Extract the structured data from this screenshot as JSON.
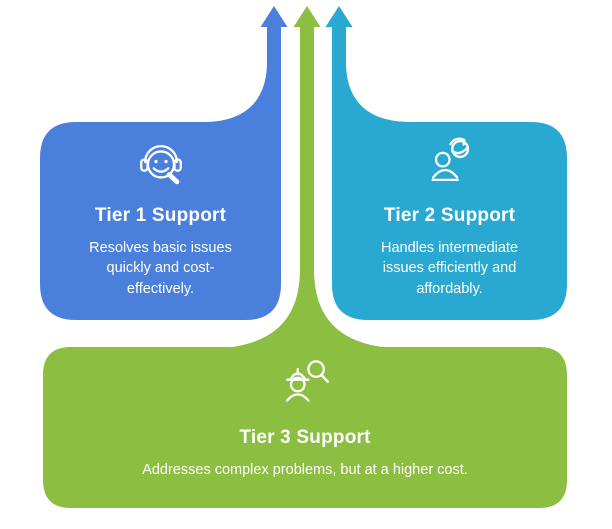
{
  "diagram": {
    "title": "Support tiers funnel diagram",
    "background": "#ffffff"
  },
  "colors": {
    "tier1_blue": "#4A80DC",
    "tier2_cyan": "#29A9D1",
    "tier3_green": "#8BBE41",
    "text": "#FFFFFF"
  },
  "arrows": [
    {
      "name": "tier1-up-arrow",
      "color": "#4A80DC"
    },
    {
      "name": "tier3-up-arrow",
      "color": "#8BBE41"
    },
    {
      "name": "tier2-up-arrow",
      "color": "#29A9D1"
    }
  ],
  "tiers": [
    {
      "title": "Tier 1 Support",
      "description": "Resolves basic issues quickly and cost-effectively.",
      "icon": "headset-agent-icon"
    },
    {
      "title": "Tier 2 Support",
      "description": "Handles intermediate issues efficiently and affordably.",
      "icon": "sync-person-icon"
    },
    {
      "title": "Tier 3 Support",
      "description": "Addresses complex problems, but at a higher cost.",
      "icon": "engineer-search-icon"
    }
  ]
}
